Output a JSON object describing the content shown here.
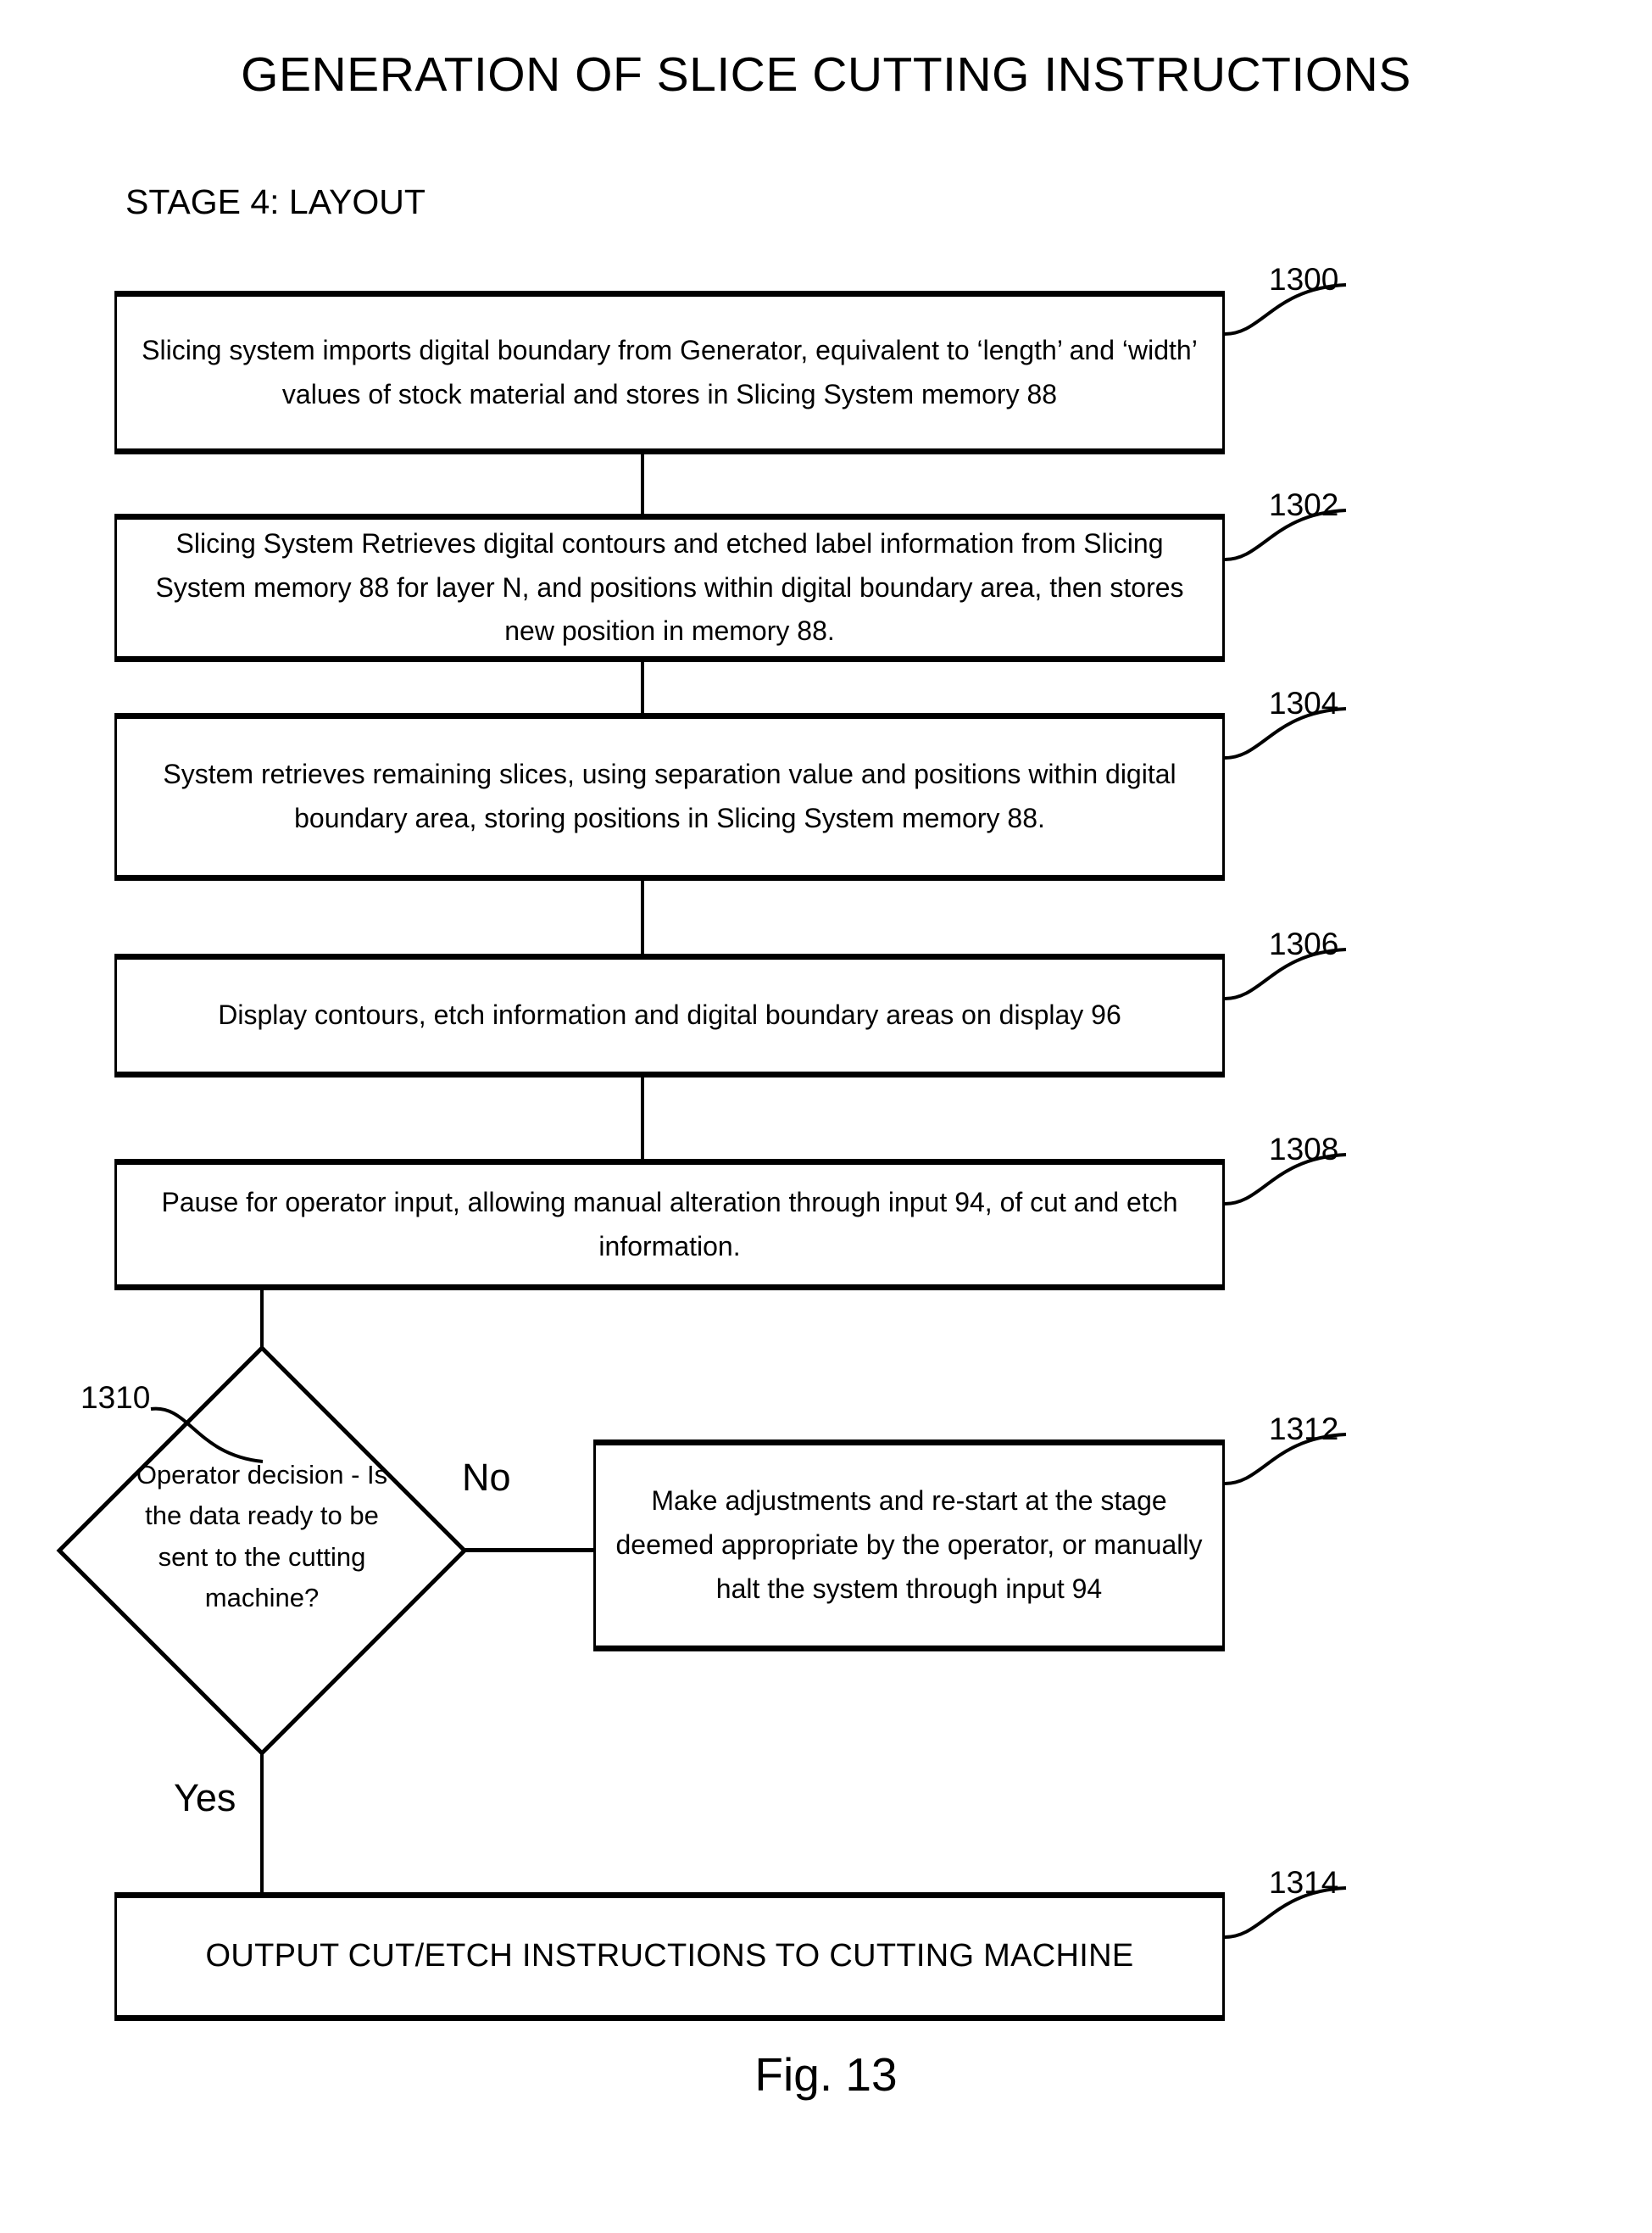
{
  "figure": {
    "title": "GENERATION OF SLICE CUTTING INSTRUCTIONS",
    "stage_label": "STAGE 4: LAYOUT",
    "caption": "Fig. 13"
  },
  "flowchart": {
    "type": "flowchart",
    "nodes": [
      {
        "ref": "1300",
        "shape": "process",
        "text": "Slicing system imports digital boundary from Generator, equivalent to ‘length’ and ‘width’ values of stock material and stores in Slicing System memory 88"
      },
      {
        "ref": "1302",
        "shape": "process",
        "text": "Slicing System Retrieves digital contours and etched label information from Slicing System memory 88 for layer N, and positions within digital boundary area, then stores new position in memory 88."
      },
      {
        "ref": "1304",
        "shape": "process",
        "text": "System retrieves remaining slices, using separation value and positions within digital boundary area, storing positions in Slicing System memory 88."
      },
      {
        "ref": "1306",
        "shape": "process",
        "text": "Display contours, etch information and digital boundary areas on display 96"
      },
      {
        "ref": "1308",
        "shape": "process",
        "text": "Pause for operator input, allowing manual alteration through input 94, of cut and etch information."
      },
      {
        "ref": "1310",
        "shape": "decision",
        "text": "Operator decision - Is the data ready to be sent to the cutting machine?"
      },
      {
        "ref": "1312",
        "shape": "process",
        "text": "Make adjustments and re-start at the stage deemed appropriate by the operator, or manually halt the system through input 94"
      },
      {
        "ref": "1314",
        "shape": "process",
        "text": "OUTPUT CUT/ETCH INSTRUCTIONS TO CUTTING MACHINE"
      }
    ],
    "branch_labels": {
      "no": "No",
      "yes": "Yes"
    }
  }
}
